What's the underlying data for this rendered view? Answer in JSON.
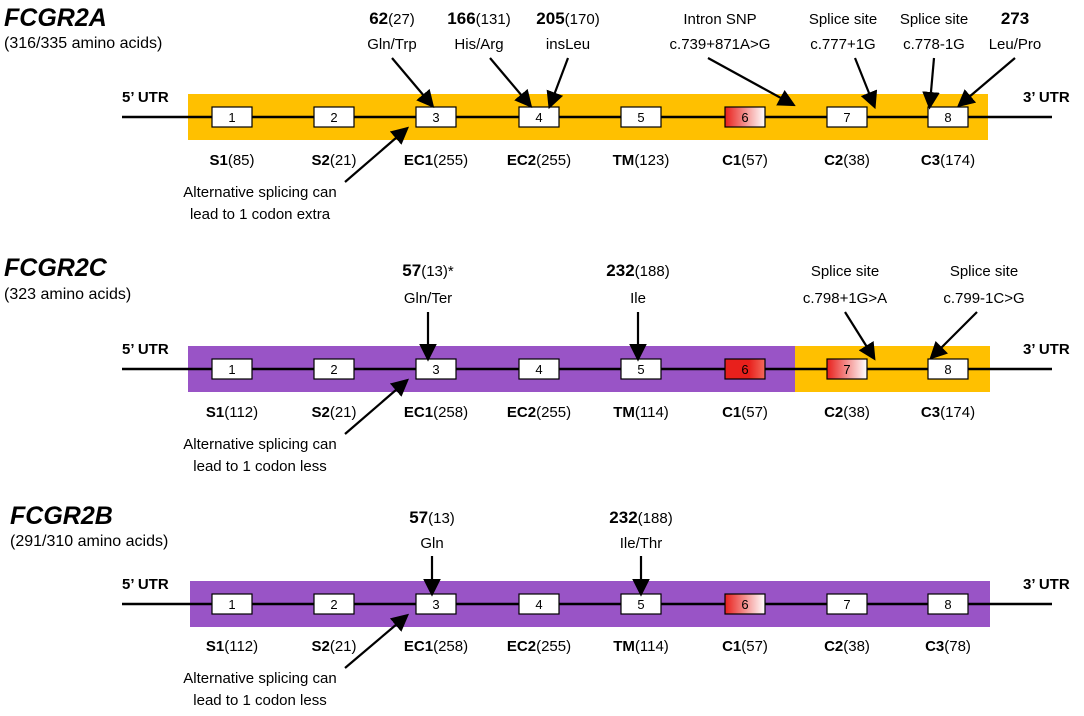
{
  "genes": [
    {
      "name": "FCGR2A",
      "aa": "(316/335 amino acids)",
      "utr5": "5’ UTR",
      "utr3": "3’ UTR",
      "bands": [
        {
          "from_exon": 1,
          "to_exon": 8,
          "color": "#FFC000"
        }
      ],
      "exons": [
        {
          "label": "1",
          "fill": "white"
        },
        {
          "label": "2",
          "fill": "white"
        },
        {
          "label": "3",
          "fill": "white"
        },
        {
          "label": "4",
          "fill": "white"
        },
        {
          "label": "5",
          "fill": "white"
        },
        {
          "label": "6",
          "fill": "red-gradient"
        },
        {
          "label": "7",
          "fill": "white"
        },
        {
          "label": "8",
          "fill": "white"
        }
      ],
      "domains": [
        {
          "bold": "S1",
          "rest": "(85)"
        },
        {
          "bold": "S2",
          "rest": "(21)"
        },
        {
          "bold": "EC1",
          "rest": "(255)"
        },
        {
          "bold": "EC2",
          "rest": "(255)"
        },
        {
          "bold": "TM",
          "rest": "(123)"
        },
        {
          "bold": "C1",
          "rest": "(57)"
        },
        {
          "bold": "C2",
          "rest": "(38)"
        },
        {
          "bold": "C3",
          "rest": "(174)"
        }
      ],
      "annotations": [
        {
          "bold": "62",
          "rest": "(27)",
          "line2": "Gln/Trp",
          "target_exon": 3
        },
        {
          "bold": "166",
          "rest": "(131)",
          "line2": "His/Arg",
          "target_exon": 4
        },
        {
          "bold": "205",
          "rest": "(170)",
          "line2": "insLeu",
          "target_exon": 4
        },
        {
          "line1": "Intron SNP",
          "line2": "c.739+871A>G",
          "target_exon": 6.5
        },
        {
          "line1": "Splice site",
          "line2": "c.777+1G",
          "target_exon": 7
        },
        {
          "line1": "Splice site",
          "line2": "c.778-1G",
          "target_exon": 8
        },
        {
          "bold": "273",
          "rest": "",
          "line2": "Leu/Pro",
          "target_exon": 8
        }
      ],
      "splice_note": [
        "Alternative splicing can",
        "lead  to 1 codon extra"
      ]
    },
    {
      "name": "FCGR2C",
      "aa": "(323 amino acids)",
      "utr5": "5’ UTR",
      "utr3": "3’ UTR",
      "bands": [
        {
          "from_exon": 1,
          "to_exon": 6,
          "color": "#9954C6"
        },
        {
          "from_exon": 7,
          "to_exon": 8,
          "color": "#FFC000"
        }
      ],
      "exons": [
        {
          "label": "1",
          "fill": "white"
        },
        {
          "label": "2",
          "fill": "white"
        },
        {
          "label": "3",
          "fill": "white"
        },
        {
          "label": "4",
          "fill": "white"
        },
        {
          "label": "5",
          "fill": "white"
        },
        {
          "label": "6",
          "fill": "red"
        },
        {
          "label": "7",
          "fill": "red-gradient"
        },
        {
          "label": "8",
          "fill": "white"
        }
      ],
      "domains": [
        {
          "bold": "S1",
          "rest": "(112)"
        },
        {
          "bold": "S2",
          "rest": "(21)"
        },
        {
          "bold": "EC1",
          "rest": "(258)"
        },
        {
          "bold": "EC2",
          "rest": "(255)"
        },
        {
          "bold": "TM",
          "rest": "(114)"
        },
        {
          "bold": "C1",
          "rest": "(57)"
        },
        {
          "bold": "C2",
          "rest": "(38)"
        },
        {
          "bold": "C3",
          "rest": "(174)"
        }
      ],
      "annotations": [
        {
          "bold": "57",
          "rest": "(13)*",
          "line2": "Gln/Ter",
          "target_exon": 3
        },
        {
          "bold": "232",
          "rest": "(188)",
          "line2": "Ile",
          "target_exon": 5
        },
        {
          "line1": "Splice site",
          "line2": "c.798+1G>A",
          "target_exon": 7
        },
        {
          "line1": "Splice site",
          "line2": "c.799-1C>G",
          "target_exon": 8
        }
      ],
      "splice_note": [
        "Alternative splicing can",
        "lead  to 1 codon less"
      ]
    },
    {
      "name": "FCGR2B",
      "aa": "(291/310 amino acids)",
      "utr5": "5’ UTR",
      "utr3": "3’ UTR",
      "bands": [
        {
          "from_exon": 1,
          "to_exon": 8,
          "color": "#9954C6"
        }
      ],
      "exons": [
        {
          "label": "1",
          "fill": "white"
        },
        {
          "label": "2",
          "fill": "white"
        },
        {
          "label": "3",
          "fill": "white"
        },
        {
          "label": "4",
          "fill": "white"
        },
        {
          "label": "5",
          "fill": "white"
        },
        {
          "label": "6",
          "fill": "red-gradient"
        },
        {
          "label": "7",
          "fill": "white"
        },
        {
          "label": "8",
          "fill": "white"
        }
      ],
      "domains": [
        {
          "bold": "S1",
          "rest": "(112)"
        },
        {
          "bold": "S2",
          "rest": "(21)"
        },
        {
          "bold": "EC1",
          "rest": "(258)"
        },
        {
          "bold": "EC2",
          "rest": "(255)"
        },
        {
          "bold": "TM",
          "rest": "(114)"
        },
        {
          "bold": "C1",
          "rest": "(57)"
        },
        {
          "bold": "C2",
          "rest": "(38)"
        },
        {
          "bold": "C3",
          "rest": "(78)"
        }
      ],
      "annotations": [
        {
          "bold": "57",
          "rest": "(13)",
          "line2": "Gln",
          "target_exon": 3
        },
        {
          "bold": "232",
          "rest": "(188)",
          "line2": "Ile/Thr",
          "target_exon": 5
        }
      ],
      "splice_note": [
        "Alternative splicing can",
        "lead  to 1 codon less"
      ]
    }
  ]
}
